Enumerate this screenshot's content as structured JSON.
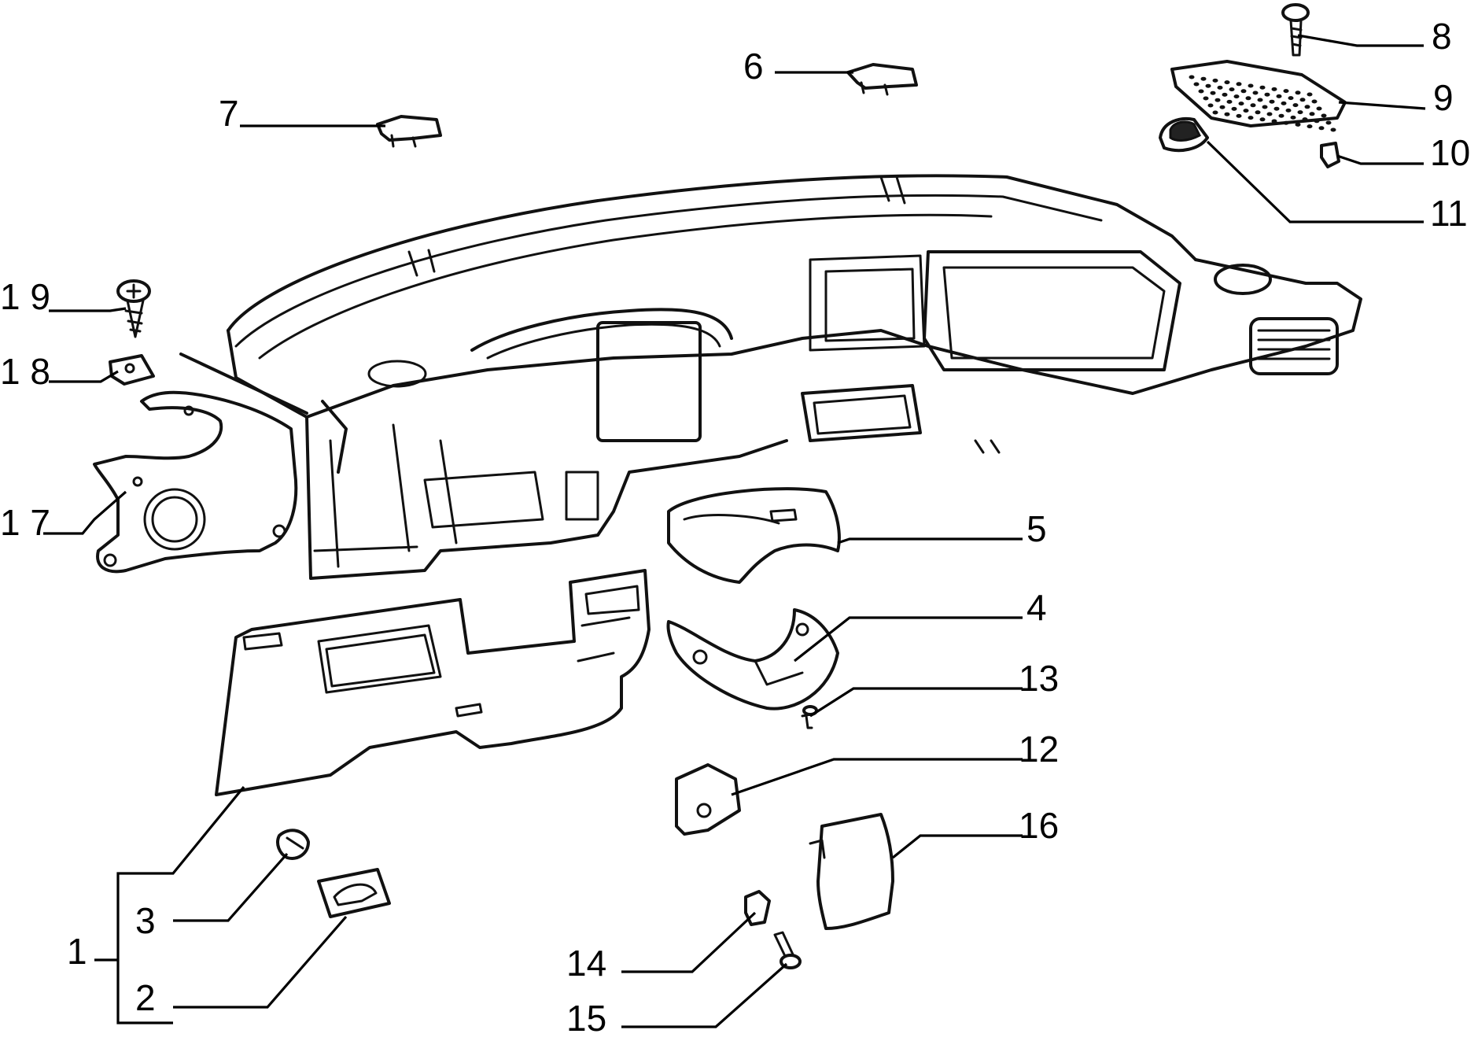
{
  "callouts": [
    {
      "id": "1",
      "text": "1"
    },
    {
      "id": "2",
      "text": "2"
    },
    {
      "id": "3",
      "text": "3"
    },
    {
      "id": "4",
      "text": "4"
    },
    {
      "id": "5",
      "text": "5"
    },
    {
      "id": "6",
      "text": "6"
    },
    {
      "id": "7",
      "text": "7"
    },
    {
      "id": "8",
      "text": "8"
    },
    {
      "id": "9",
      "text": "9"
    },
    {
      "id": "10",
      "text": "10"
    },
    {
      "id": "11",
      "text": "11"
    },
    {
      "id": "12",
      "text": "12"
    },
    {
      "id": "13",
      "text": "13"
    },
    {
      "id": "14",
      "text": "14"
    },
    {
      "id": "15",
      "text": "15"
    },
    {
      "id": "16",
      "text": "16"
    },
    {
      "id": "17",
      "text": "1 7"
    },
    {
      "id": "18",
      "text": "1 8"
    },
    {
      "id": "19",
      "text": "1 9"
    }
  ]
}
